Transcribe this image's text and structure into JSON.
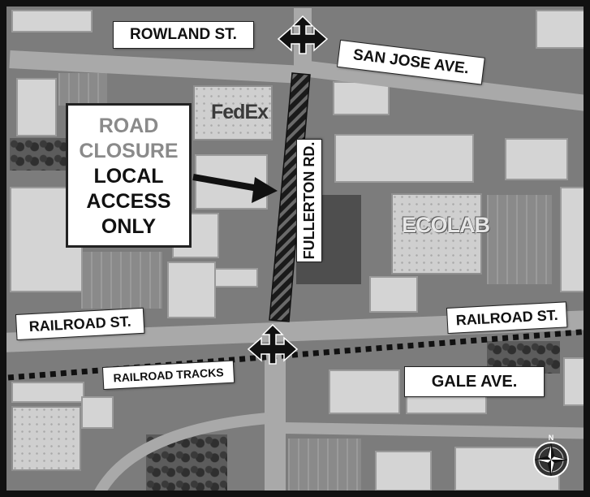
{
  "map": {
    "street_labels": {
      "rowland": "ROWLAND ST.",
      "san_jose": "SAN JOSE AVE.",
      "fullerton": "FULLERTON RD.",
      "railroad_left": "RAILROAD ST.",
      "railroad_right": "RAILROAD ST.",
      "railroad_tracks": "RAILROAD TRACKS",
      "gale": "GALE AVE."
    },
    "business_labels": {
      "fedex": "FedEx",
      "ecolab": "ECOLAB"
    },
    "closure_notice": {
      "line1": "ROAD",
      "line2": "CLOSURE",
      "line3": "LOCAL",
      "line4": "ACCESS",
      "line5": "ONLY"
    },
    "compass_letter": "N",
    "colors": {
      "closure_hatch": "#111111",
      "label_background": "#ffffff",
      "muted_text": "#8a8a8a"
    }
  }
}
